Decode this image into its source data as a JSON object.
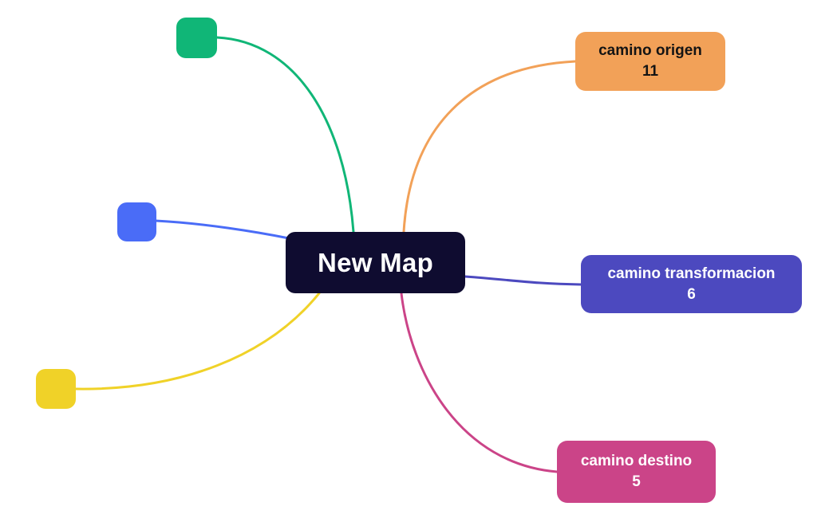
{
  "map": {
    "root": {
      "label": "New Map",
      "bg": "#0F0C30",
      "text_color": "#FFFFFF"
    },
    "branches": [
      {
        "name": "origen",
        "title": "camino origen",
        "count": "11",
        "bg": "#F2A158",
        "text_color": "#141414"
      },
      {
        "name": "transformacion",
        "title": "camino transformacion",
        "count": "6",
        "bg": "#4C49BF",
        "text_color": "#FFFFFF"
      },
      {
        "name": "destino",
        "title": "camino destino",
        "count": "5",
        "bg": "#CB4488",
        "text_color": "#FFFFFF"
      },
      {
        "name": "empty-green",
        "title": "",
        "count": "",
        "bg": "#10B677",
        "text_color": ""
      },
      {
        "name": "empty-blue",
        "title": "",
        "count": "",
        "bg": "#4A6CF7",
        "text_color": ""
      },
      {
        "name": "empty-yellow",
        "title": "",
        "count": "",
        "bg": "#F0D228",
        "text_color": ""
      }
    ]
  }
}
